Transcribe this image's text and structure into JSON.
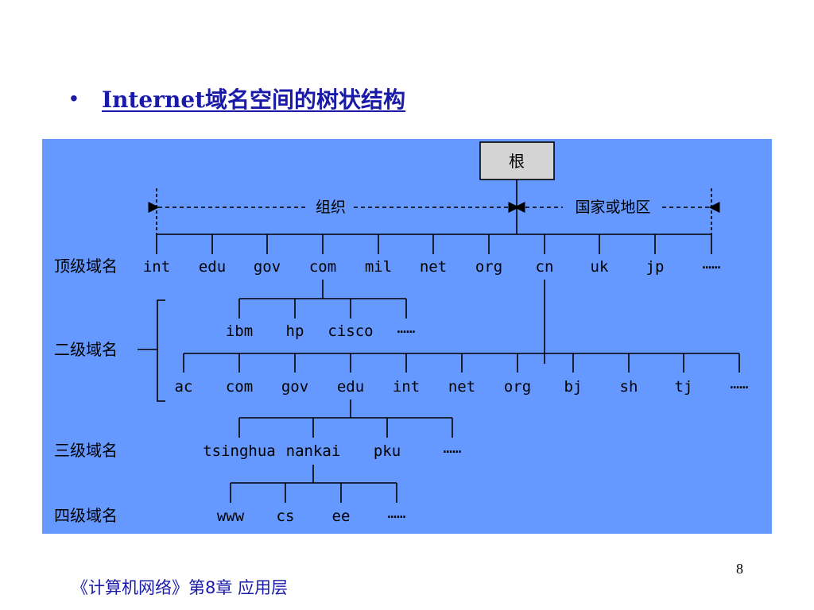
{
  "slide": {
    "bullet": "•",
    "title": "Internet域名空间的树状结构",
    "footer": "《计算机网络》第8章  应用层",
    "page_number": "8"
  },
  "diagram": {
    "root_label": "根",
    "org_label": "组织",
    "country_label": "国家或地区",
    "level_labels": [
      "顶级域名",
      "二级域名",
      "三级域名",
      "四级域名"
    ],
    "top_level": [
      "int",
      "edu",
      "gov",
      "com",
      "mil",
      "net",
      "org",
      "cn",
      "uk",
      "jp",
      "……"
    ],
    "second_level_com": [
      "ibm",
      "hp",
      "cisco",
      "……"
    ],
    "second_level_cn": [
      "ac",
      "com",
      "gov",
      "edu",
      "int",
      "net",
      "org",
      "bj",
      "sh",
      "tj",
      "……"
    ],
    "third_level_edu": [
      "tsinghua",
      "nankai",
      "pku",
      "……"
    ],
    "fourth_level_tsinghua": [
      "www",
      "cs",
      "ee",
      "……"
    ]
  },
  "colors": {
    "diagram_bg": "#6699ff",
    "title": "#1a1aa8",
    "root_box": "#d4d4d4"
  }
}
